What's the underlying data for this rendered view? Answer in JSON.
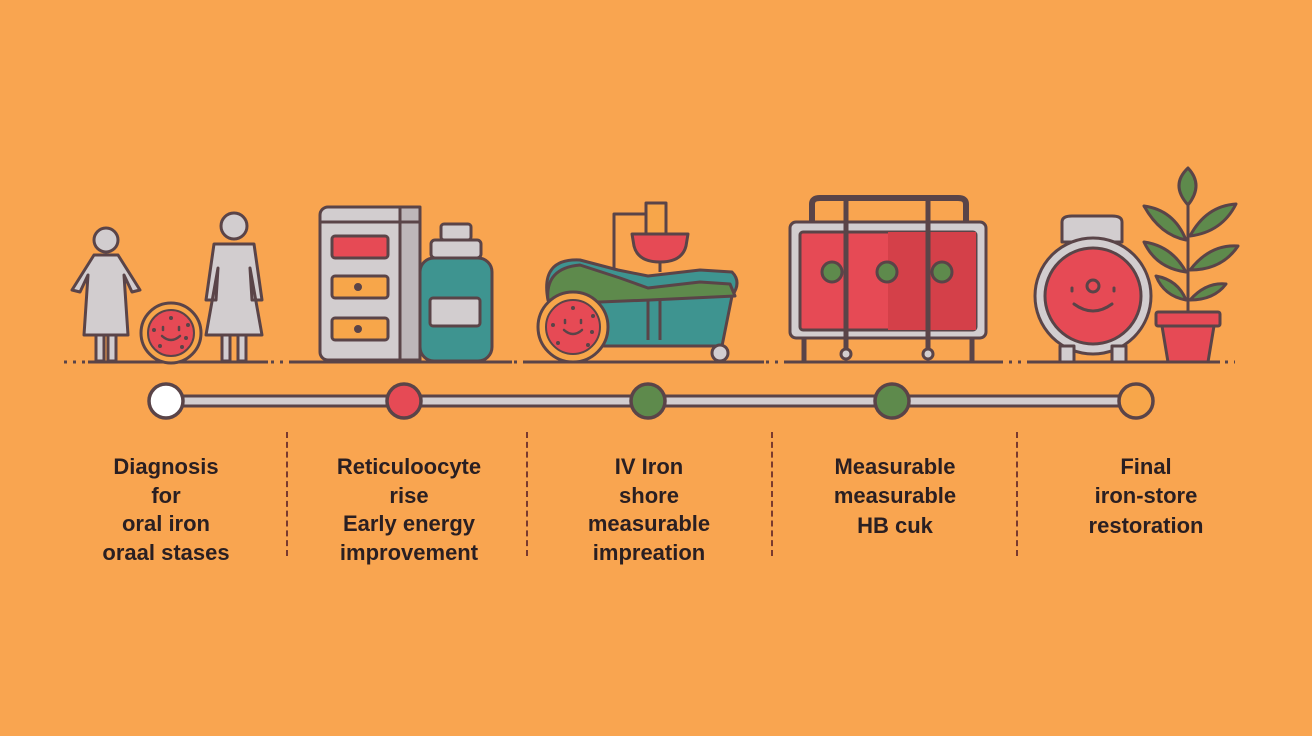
{
  "colors": {
    "background": "#F9A550",
    "outline": "#5A4448",
    "red": "#E64A55",
    "green": "#5E8A4C",
    "teal": "#3E9490",
    "orange": "#F7A64A",
    "gray": "#D2CDCF"
  },
  "icons": [
    "people-icon",
    "red-blood-cell-icon",
    "cabinet-icon",
    "pill-bottle-icon",
    "iv-drip-icon",
    "vessel-icon",
    "tank-icon",
    "pot-icon",
    "plant-icon"
  ],
  "milestones": [
    {
      "color": "#FFFFFF",
      "lines": [
        "Diagnosis",
        "for",
        "oral iron",
        "oraal stases"
      ]
    },
    {
      "color": "#E64A55",
      "lines": [
        "Reticuloocyte",
        "rise",
        "Early energy",
        "improvement"
      ]
    },
    {
      "color": "#5E8A4C",
      "lines": [
        "IV Iron",
        "shore",
        "measurable",
        "impreation"
      ]
    },
    {
      "color": "#5E8A4C",
      "lines": [
        "Measurable",
        "measurable",
        "HB cuk"
      ]
    },
    {
      "color": "#F7A64A",
      "lines": [
        "Final",
        "iron-store",
        "restoration"
      ]
    }
  ]
}
